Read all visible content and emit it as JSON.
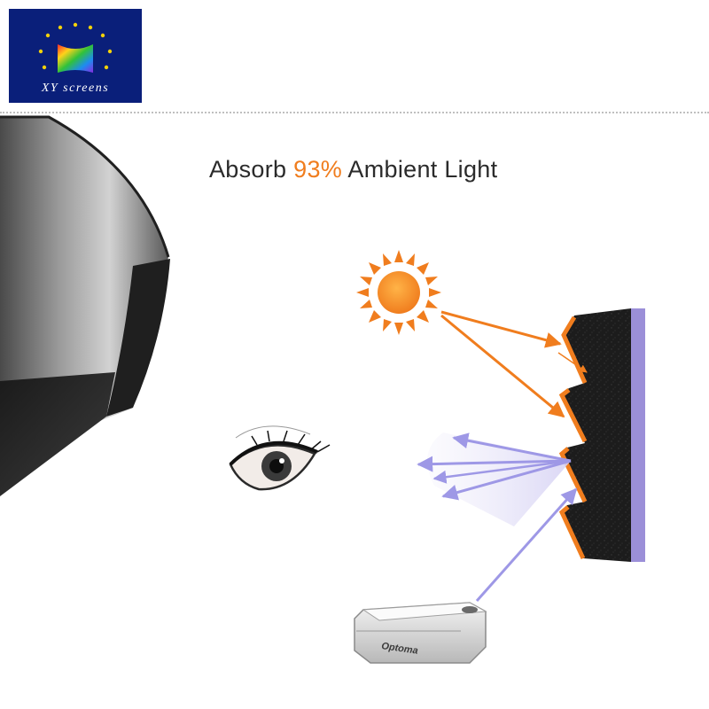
{
  "brand": {
    "logo_text": "XY screens"
  },
  "headline": {
    "prefix": "Absorb ",
    "highlight": "93%",
    "suffix": " Ambient Light"
  },
  "projector": {
    "brand_label": "Optoma"
  },
  "colors": {
    "logo_bg": "#0a1f7a",
    "star": "#f5d20a",
    "accent_orange": "#f07d1e",
    "reflect_lavender": "#9e98e6",
    "screen_back": "#9b8fd8",
    "screen_fill": "#1a1a1a"
  },
  "icons": [
    "sun-icon",
    "eye-icon",
    "projector-icon",
    "rolled-screen-image"
  ]
}
